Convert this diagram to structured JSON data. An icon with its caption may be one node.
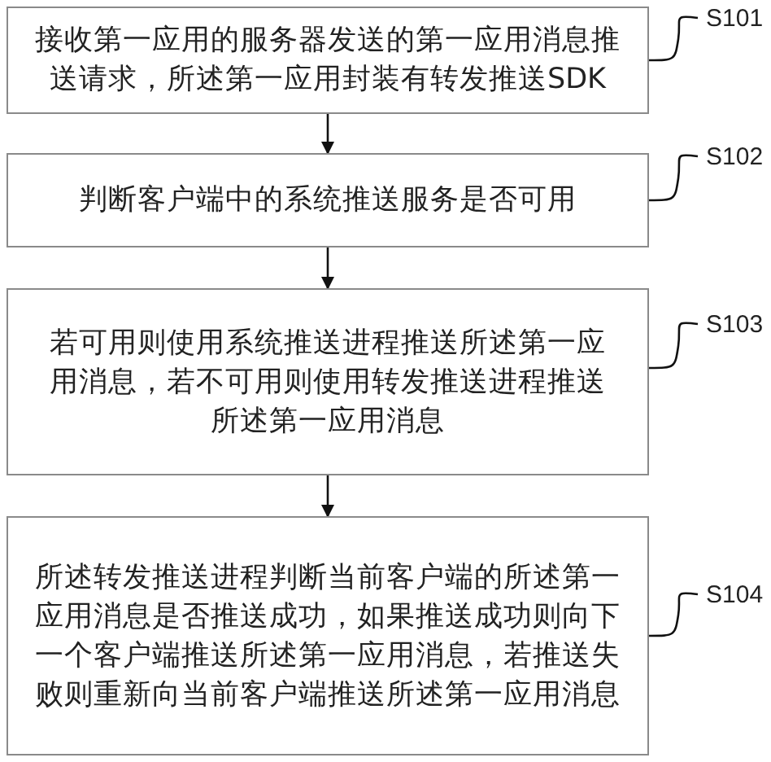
{
  "diagram": {
    "nodes": [
      {
        "text": [
          "接收第一应用的服务器发送的第一应用消息推送请求，所述第一应用封装有转发推送SDK"
        ]
      },
      {
        "text": [
          "判断客户端中的系统推送服务是否可用"
        ]
      },
      {
        "text": [
          "若可用则使用系统推送进程推送所述第一应用消息，若不可用则使用转发推送进程推送所述第一应用消息"
        ]
      },
      {
        "text": [
          "所述转发推送进程判断当前客户端的所述第一应用消息是否推送成功，如果推送成功则向下一个客户端推送所述第一应用消息，若推送失败则重新向当前客户端推送所述第一应用消息"
        ]
      },
      {
        "text": [
          "S101"
        ]
      },
      {
        "text": [
          "S102"
        ]
      },
      {
        "text": [
          "S103"
        ]
      },
      {
        "text": [
          "S104"
        ]
      }
    ],
    "edges": [
      {
        "from": 0,
        "to": 1,
        "arrow": "to"
      },
      {
        "from": 1,
        "to": 2,
        "arrow": "to"
      },
      {
        "from": 2,
        "to": 3,
        "arrow": "to"
      },
      {
        "from": 4,
        "to": 0,
        "arrow": "none"
      },
      {
        "from": 5,
        "to": 1,
        "arrow": "none"
      },
      {
        "from": 6,
        "to": 2,
        "arrow": "none"
      },
      {
        "from": 7,
        "to": 3,
        "arrow": "none"
      }
    ]
  }
}
